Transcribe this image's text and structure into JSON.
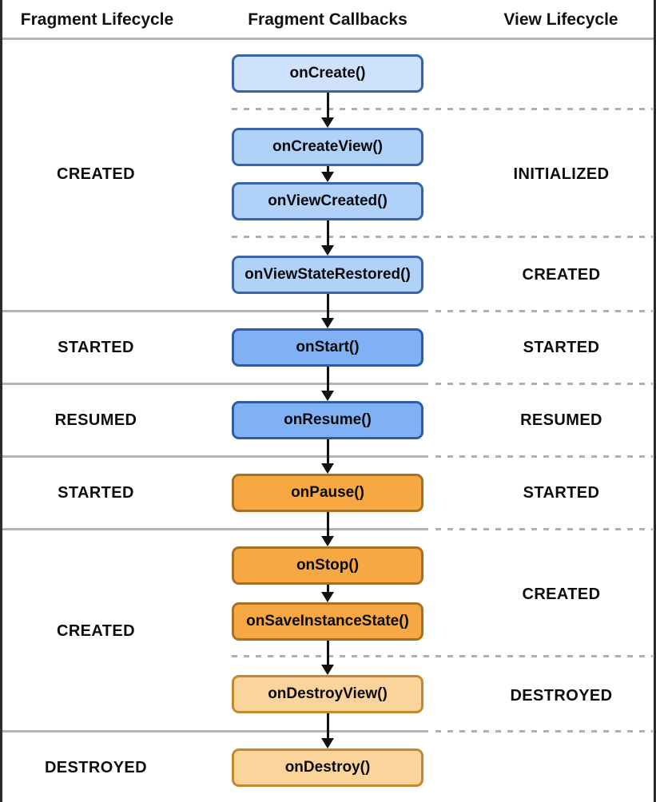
{
  "header": {
    "fragment_lifecycle": "Fragment Lifecycle",
    "fragment_callbacks": "Fragment Callbacks",
    "view_lifecycle": "View Lifecycle"
  },
  "fragment_states": [
    {
      "label": "CREATED"
    },
    {
      "label": "STARTED"
    },
    {
      "label": "RESUMED"
    },
    {
      "label": "STARTED"
    },
    {
      "label": "CREATED"
    },
    {
      "label": "DESTROYED"
    }
  ],
  "view_states": [
    {
      "label": "INITIALIZED"
    },
    {
      "label": "CREATED"
    },
    {
      "label": "STARTED"
    },
    {
      "label": "RESUMED"
    },
    {
      "label": "STARTED"
    },
    {
      "label": "CREATED"
    },
    {
      "label": "DESTROYED"
    }
  ],
  "callbacks": [
    {
      "label": "onCreate()",
      "tone": "blue-lightest"
    },
    {
      "label": "onCreateView()",
      "tone": "blue-light"
    },
    {
      "label": "onViewCreated()",
      "tone": "blue-light"
    },
    {
      "label": "onViewStateRestored()",
      "tone": "blue-light"
    },
    {
      "label": "onStart()",
      "tone": "blue-medium"
    },
    {
      "label": "onResume()",
      "tone": "blue-medium"
    },
    {
      "label": "onPause()",
      "tone": "orange-strong"
    },
    {
      "label": "onStop()",
      "tone": "orange-strong"
    },
    {
      "label": "onSaveInstanceState()",
      "tone": "orange-strong"
    },
    {
      "label": "onDestroyView()",
      "tone": "orange-light"
    },
    {
      "label": "onDestroy()",
      "tone": "orange-light"
    }
  ],
  "colors": {
    "blue_lightest_fill": "#cfe2fb",
    "blue_light_fill": "#b1d2f8",
    "blue_medium_fill": "#7fb1f4",
    "blue_border": "#3a64a8",
    "orange_strong_fill": "#f7a843",
    "orange_strong_border": "#a8711f",
    "orange_light_fill": "#fbd49c",
    "orange_light_border": "#c6882f",
    "divider_gray": "#b3b3b3",
    "arrow_black": "#111111"
  }
}
